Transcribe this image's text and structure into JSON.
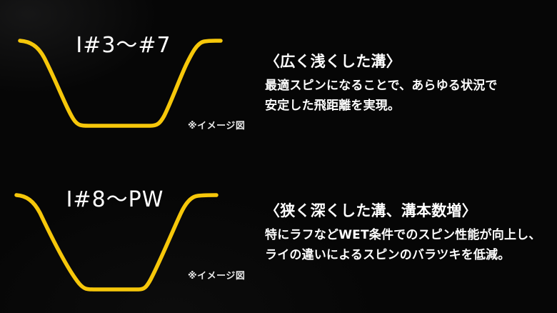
{
  "page": {
    "background_color": "#060606",
    "text_color": "#ffffff"
  },
  "groove_color": "#f6c70a",
  "sections": [
    {
      "groove_style": "wide-shallow",
      "club_range": "I#3〜#7",
      "image_note": "※イメージ図",
      "heading": "〈広く浅くした溝〉",
      "description_lines": [
        "最適スピンになることで、あらゆる状況で",
        "安定した飛距離を実現。"
      ]
    },
    {
      "groove_style": "narrow-deep",
      "club_range": "I#8〜PW",
      "image_note": "※イメージ図",
      "heading": "〈狭く深くした溝、溝本数増〉",
      "description_lines": [
        "特にラフなどWET条件でのスピン性能が向上し、",
        "ライの違いによるスピンのバラツキを低減。"
      ]
    }
  ]
}
